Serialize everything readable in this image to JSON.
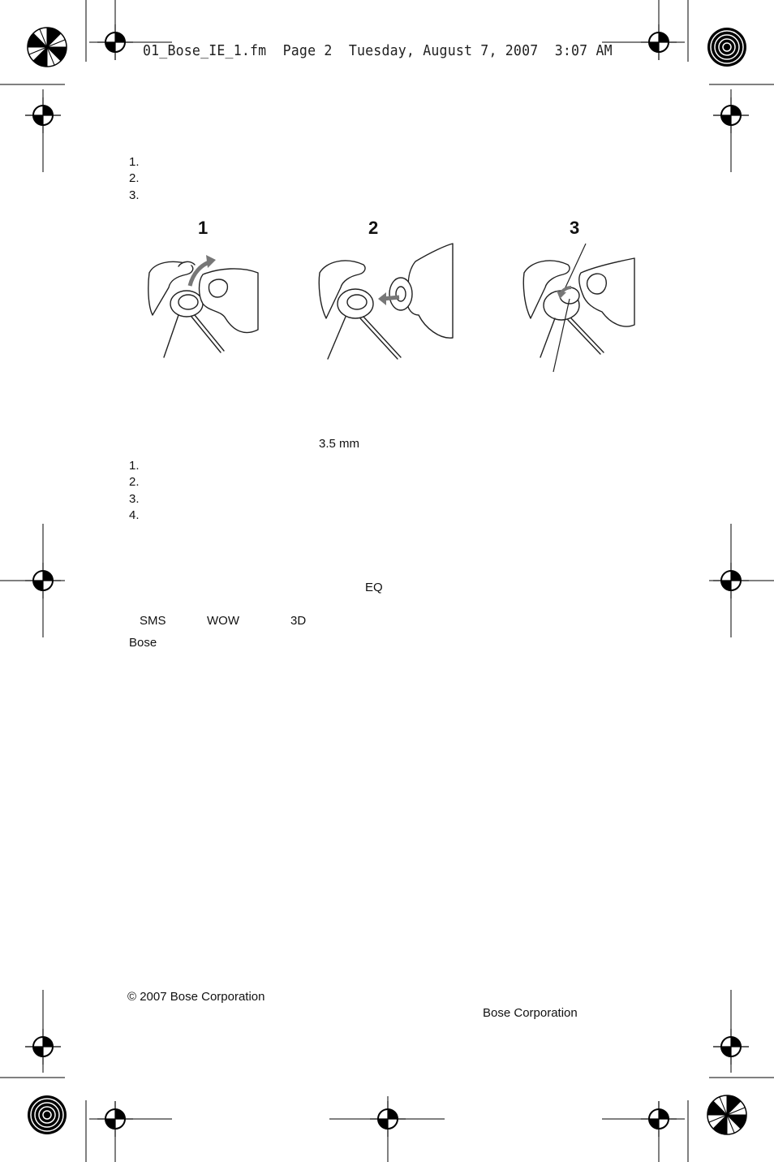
{
  "header": {
    "slug": "01_Bose_IE_1.fm  Page 2  Tuesday, August 7, 2007  3:07 AM"
  },
  "section1": {
    "list": [
      "1.",
      "2.",
      "3."
    ]
  },
  "figures": {
    "steps": [
      "1",
      "2",
      "3"
    ]
  },
  "section2": {
    "jack_label": "3.5 mm",
    "list": [
      "1.",
      "2.",
      "3.",
      "4."
    ]
  },
  "section3": {
    "eq_label": "EQ",
    "sms_label": "SMS",
    "wow_label": "WOW",
    "three_d_label": "3D",
    "bose_label": "Bose"
  },
  "footer": {
    "copyright": "© 2007 Bose Corporation",
    "company": "Bose Corporation"
  }
}
